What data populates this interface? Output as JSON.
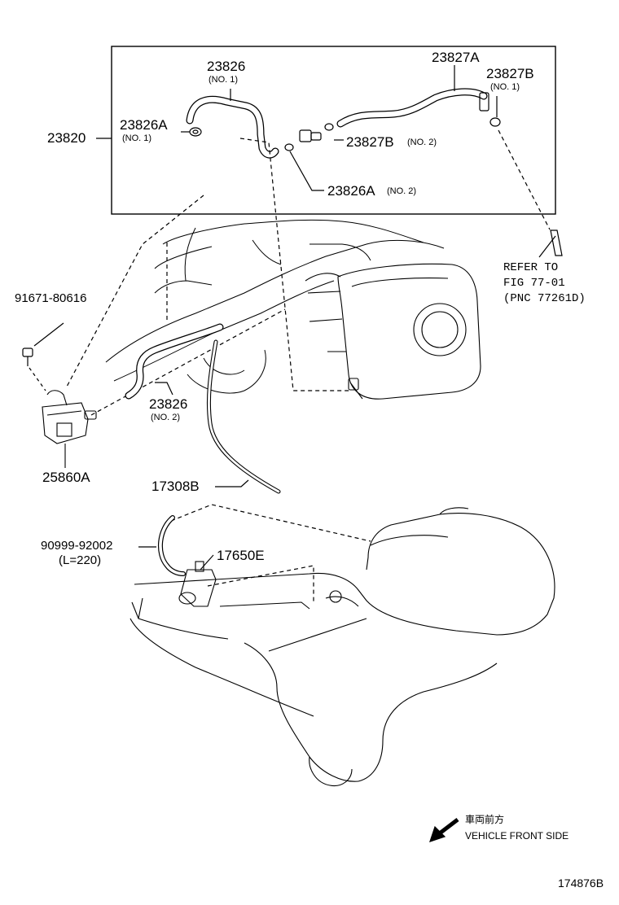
{
  "labels": {
    "p23820": "23820",
    "p23826_no1": "23826",
    "p23826_no1_sub": "(NO. 1)",
    "p23826a_no1": "23826A",
    "p23826a_no1_sub": "(NO. 1)",
    "p23827a": "23827A",
    "p23827b_no1": "23827B",
    "p23827b_no1_sub": "(NO. 1)",
    "p23827b_no2": "23827B",
    "p23827b_no2_sub": "(NO. 2)",
    "p23826a_no2": "23826A",
    "p23826a_no2_sub": "(NO. 2)",
    "refer_line1": "REFER TO",
    "refer_line2": "FIG 77-01",
    "refer_line3": "(PNC 77261D)",
    "p91671": "91671-80616",
    "p23826_no2": "23826",
    "p23826_no2_sub": "(NO. 2)",
    "p25860a": "25860A",
    "p17308b": "17308B",
    "p90999": "90999-92002",
    "p90999_sub": "(L=220)",
    "p17650e": "17650E",
    "front_jp": "車両前方",
    "front_en": "VEHICLE FRONT SIDE",
    "figure_id": "174876B"
  },
  "icons": {
    "front_arrow": "arrow-down-left-icon"
  },
  "colors": {
    "ink": "#000000",
    "background": "#ffffff"
  }
}
